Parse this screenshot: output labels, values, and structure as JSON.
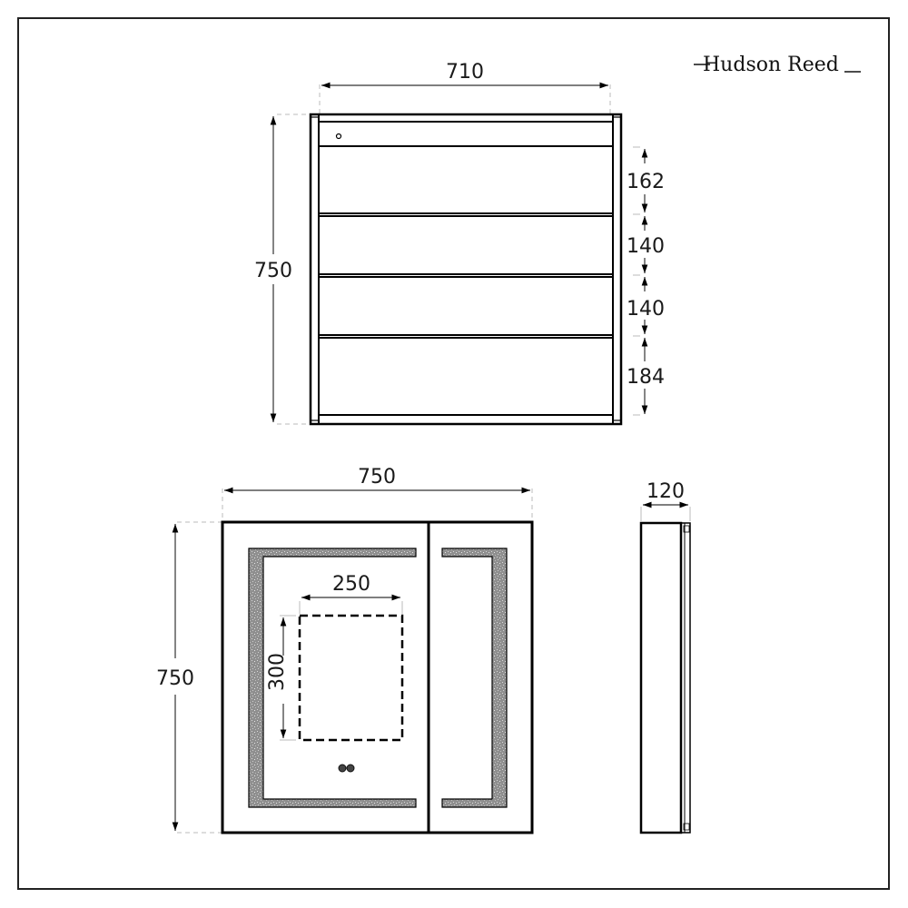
{
  "brand": {
    "name": "Hudson Reed"
  },
  "front_view_open": {
    "width_label": "710",
    "height_label": "750",
    "shelf_spacings": [
      "162",
      "140",
      "140",
      "184"
    ]
  },
  "front_view_closed": {
    "width_label": "750",
    "height_label": "750",
    "mirror_zone_width_label": "250",
    "mirror_zone_height_label": "300"
  },
  "side_view": {
    "depth_label": "120"
  },
  "colors": {
    "line": "#000000",
    "dim_line": "#333333",
    "extension_line": "#bbbbbb",
    "led_strip": "#8f8f8f",
    "border": "#222222"
  }
}
